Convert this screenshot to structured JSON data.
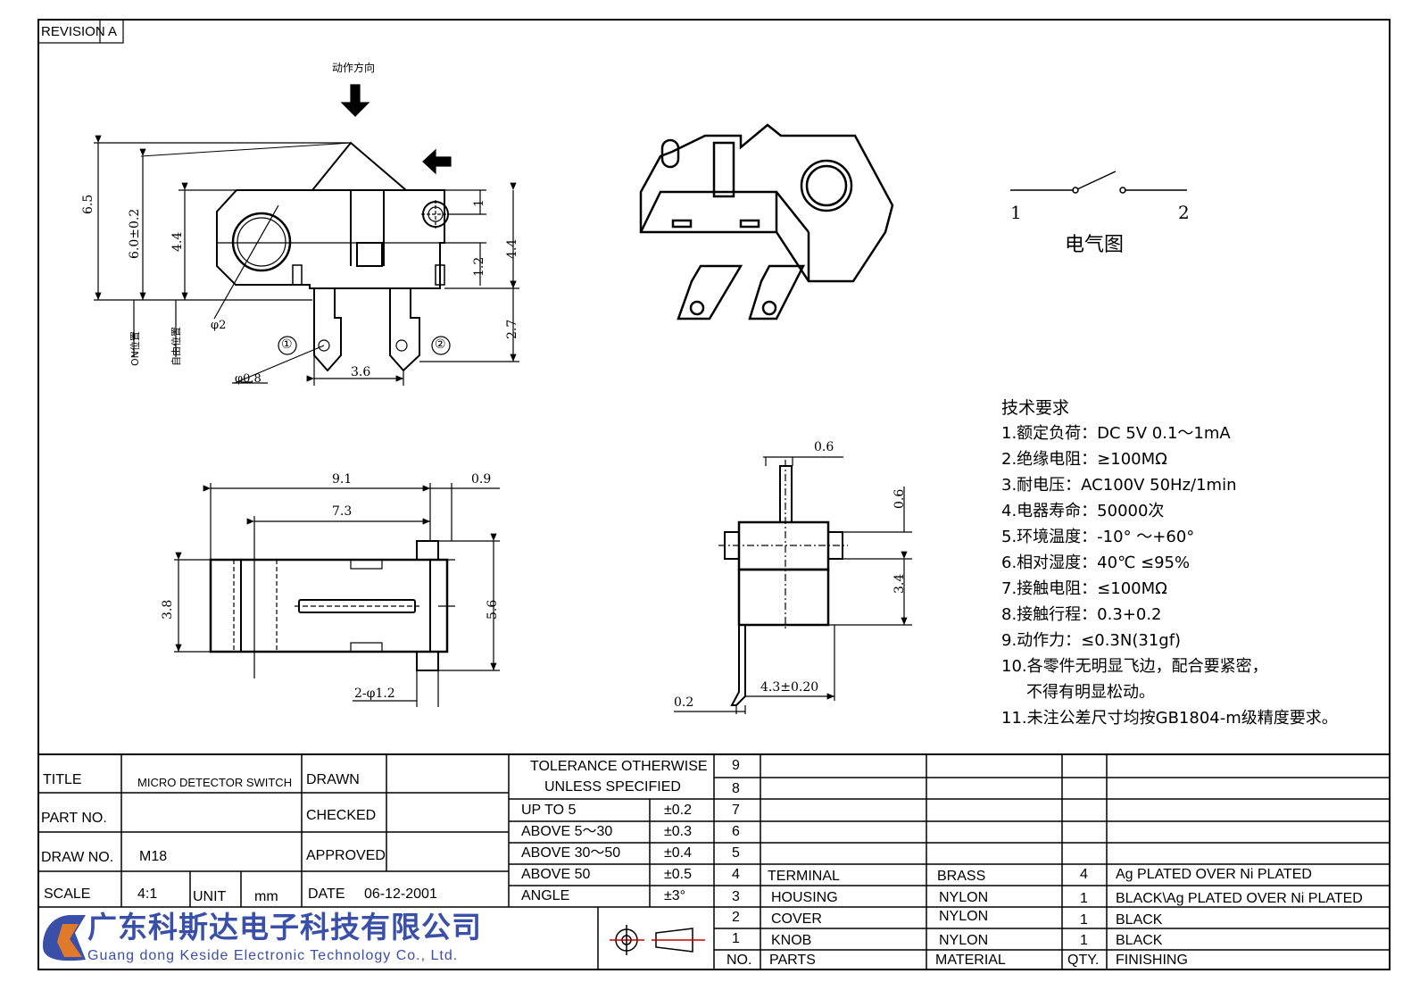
{
  "revision": {
    "label": "REVISION",
    "value": "A"
  },
  "drawing": {
    "action_direction": "动作方向",
    "dims_front": {
      "d65": "6.5",
      "d60": "6.0±0.2",
      "d44a": "4.4",
      "d1": "1",
      "d12": "1.2",
      "d44b": "4.4",
      "d27": "2.7",
      "d36": "3.6",
      "phi2": "φ2",
      "phi08": "φ0.8",
      "pos_on": "ON位置",
      "pos_free": "自由位置",
      "pin1": "①",
      "pin2": "②"
    },
    "dims_top": {
      "d91": "9.1",
      "d09": "0.9",
      "d73": "7.3",
      "d38": "3.8",
      "d56": "5.6",
      "holes": "2-φ1.2"
    },
    "dims_side": {
      "d06a": "0.6",
      "d06b": "0.6",
      "d34": "3.4",
      "d02": "0.2",
      "d43": "4.3±0.20"
    },
    "schematic": {
      "pin1": "1",
      "pin2": "2",
      "caption": "电气图"
    }
  },
  "requirements": {
    "heading": "技术要求",
    "lines": [
      "1.额定负荷：DC 5V  0.1～1mA",
      "2.绝缘电阻：≥100MΩ",
      "3.耐电压：AC100V 50Hz/1min",
      "4.电器寿命：50000次",
      "5.环境温度：-10° ～+60°",
      "6.相对湿度：40℃  ≤95%",
      "7.接触电阻：≤100MΩ",
      "8.接触行程：0.3+0.2",
      "9.动作力：≤0.3N(31gf)",
      "10.各零件无明显飞边，配合要紧密，",
      "不得有明显松动。",
      "11.未注公差尺寸均按GB1804-m级精度要求。"
    ]
  },
  "title_block": {
    "title_label": "TITLE",
    "title_value": "MICRO DETECTOR SWITCH",
    "part_label": "PART NO.",
    "part_value": "",
    "draw_label": "DRAW NO.",
    "draw_value": "M18",
    "scale_label": "SCALE",
    "scale_value": "4:1",
    "unit_label": "UNIT",
    "unit_value": "mm",
    "date_label": "DATE",
    "date_value": "06-12-2001",
    "drawn_label": "DRAWN",
    "checked_label": "CHECKED",
    "approved_label": "APPROVED"
  },
  "tolerance": {
    "header1": "TOLERANCE OTHERWISE",
    "header2": "UNLESS SPECIFIED",
    "rows": [
      {
        "range": "UP TO 5",
        "tol": "±0.2"
      },
      {
        "range": "ABOVE 5～30",
        "tol": "±0.3"
      },
      {
        "range": "ABOVE 30～50",
        "tol": "±0.4"
      },
      {
        "range": "ABOVE 50",
        "tol": "±0.5"
      },
      {
        "range": "ANGLE",
        "tol": "±3°"
      }
    ]
  },
  "company": {
    "name_cn": "广东科斯达电子科技有限公司",
    "name_en": "Guang dong Keside  Electronic Technology Co., Ltd."
  },
  "bom": {
    "headers": {
      "no": "NO.",
      "parts": "PARTS",
      "material": "MATERIAL",
      "qty": "QTY.",
      "finishing": "FINISHING"
    },
    "rows": [
      {
        "no": "9",
        "parts": "",
        "material": "",
        "qty": "",
        "finishing": ""
      },
      {
        "no": "8",
        "parts": "",
        "material": "",
        "qty": "",
        "finishing": ""
      },
      {
        "no": "7",
        "parts": "",
        "material": "",
        "qty": "",
        "finishing": ""
      },
      {
        "no": "6",
        "parts": "",
        "material": "",
        "qty": "",
        "finishing": ""
      },
      {
        "no": "5",
        "parts": "",
        "material": "",
        "qty": "",
        "finishing": ""
      },
      {
        "no": "4",
        "parts": "TERMINAL",
        "material": "BRASS",
        "qty": "4",
        "finishing": "Ag PLATED OVER Ni PLATED"
      },
      {
        "no": "3",
        "parts": "HOUSING",
        "material": "NYLON",
        "qty": "1",
        "finishing": "BLACK\\Ag PLATED OVER Ni PLATED"
      },
      {
        "no": "2",
        "parts": "COVER",
        "material": "NYLON",
        "qty": "1",
        "finishing": "BLACK"
      },
      {
        "no": "1",
        "parts": "KNOB",
        "material": "NYLON",
        "qty": "1",
        "finishing": "BLACK"
      }
    ]
  },
  "colors": {
    "logo_blue": "#3a4fa8",
    "ink": "#000000"
  }
}
